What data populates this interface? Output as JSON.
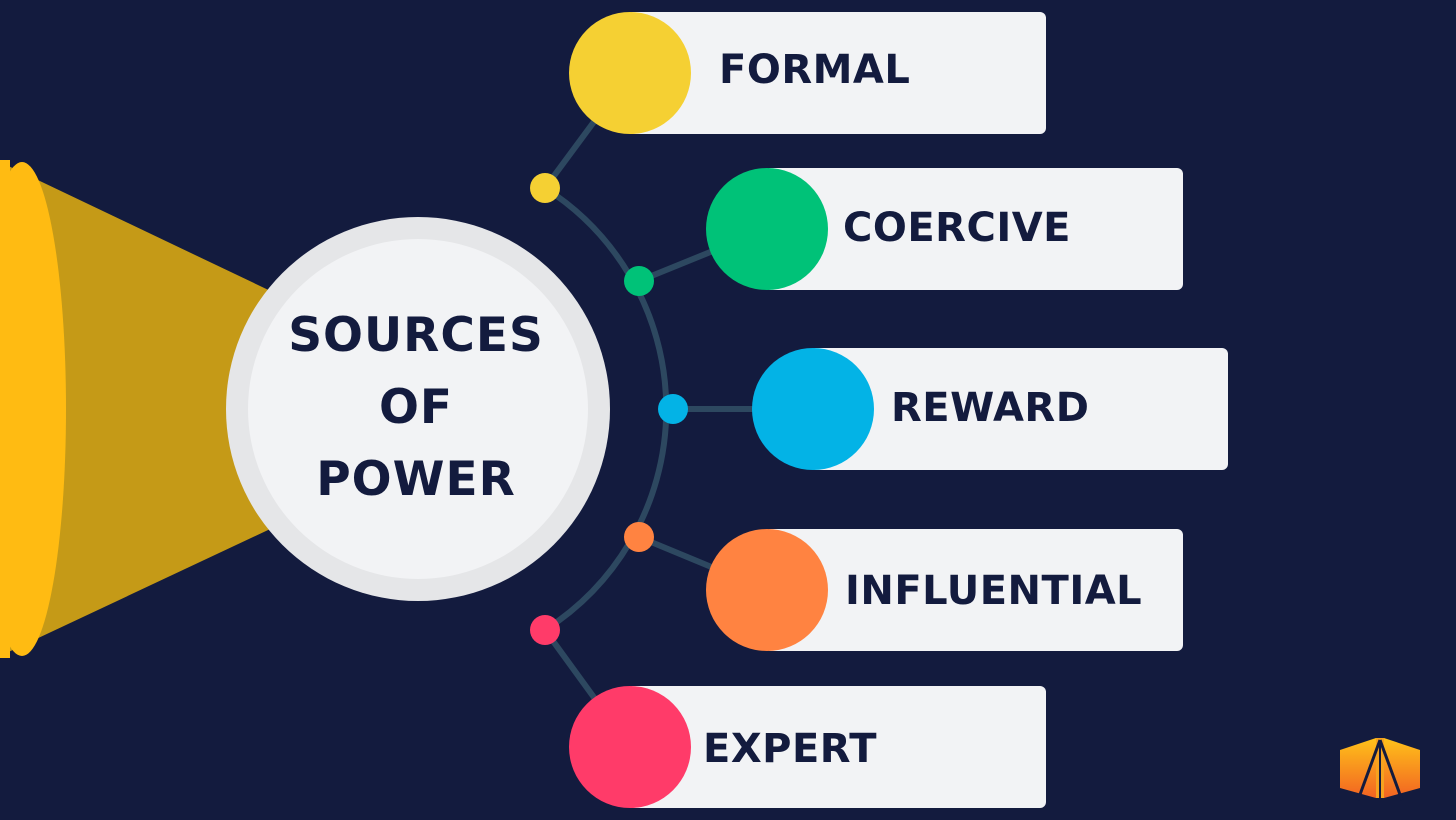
{
  "center": {
    "lines": [
      "SOURCES",
      "OF",
      "POWER"
    ]
  },
  "sources": [
    {
      "label": "FORMAL",
      "color": "#f5d033"
    },
    {
      "label": "COERCIVE",
      "color": "#00c278"
    },
    {
      "label": "REWARD",
      "color": "#03b3e6"
    },
    {
      "label": "INFLUENTIAL",
      "color": "#ff8341"
    },
    {
      "label": "EXPERT",
      "color": "#ff3b69"
    }
  ],
  "colors": {
    "background": "#131b3e",
    "spotlight": "#c59a17",
    "spotlight_rim": "#ffbb12",
    "connector": "#2d4860",
    "box": "#f2f3f5",
    "center_ring": "#e5e6e8",
    "center_fill": "#f2f3f5",
    "text": "#131b3e"
  },
  "logo": {
    "icon": "road-perspective-logo-icon"
  }
}
